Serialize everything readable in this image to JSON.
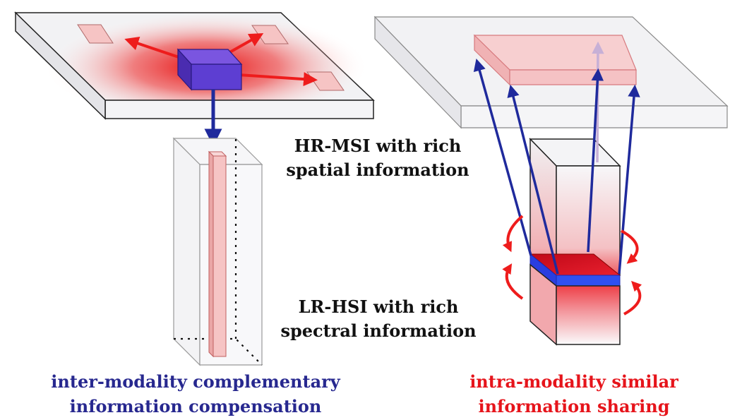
{
  "labels": {
    "hr_msi": [
      "HR-MSI with rich",
      "spatial information"
    ],
    "lr_hsi": [
      "LR-HSI with rich",
      "spectral information"
    ],
    "inter": [
      "inter-modality complementary",
      "information compensation"
    ],
    "intra": [
      "intra-modality similar",
      "information sharing"
    ]
  },
  "colors": {
    "text_dark": "#111111",
    "inter_text": "#27288f",
    "intra_text": "#e6141b",
    "arrow_red": "#ee1c1c",
    "arrow_blue": "#1f2a9c",
    "cube_purple": "#5535c9",
    "band_blue": "#2f49e6",
    "slab_gray": "#f1f1f3",
    "pink_patch": "#f6c4c4"
  },
  "icons": {
    "rotation": "curved-arrow-icon"
  }
}
